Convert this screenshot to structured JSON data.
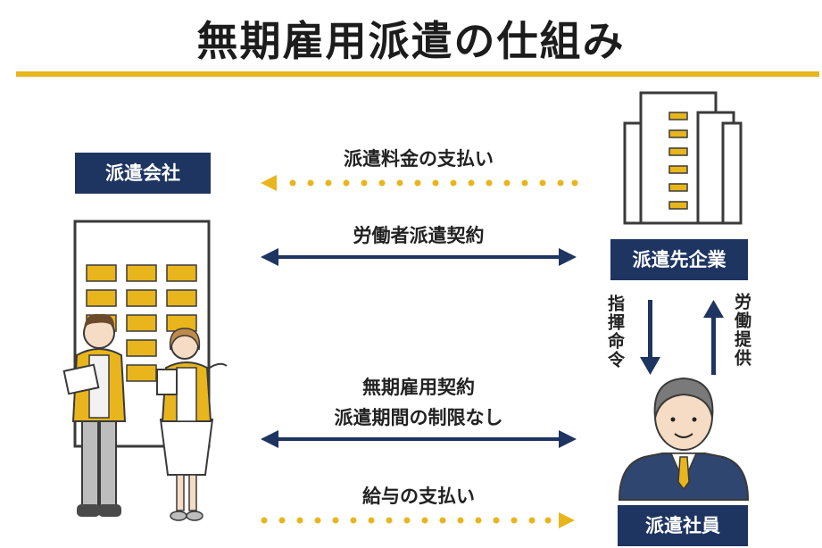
{
  "title": "無期雇用派遣の仕組み",
  "nodes": {
    "agency": "派遣会社",
    "client": "派遣先企業",
    "worker": "派遣社員"
  },
  "flows": {
    "dispatch_fee": "派遣料金の支払い",
    "dispatch_contract": "労働者派遣契約",
    "indefinite_contract_line1": "無期雇用契約",
    "indefinite_contract_line2": "派遣期間の制限なし",
    "salary": "給与の支払い",
    "instruction": "指揮命令",
    "labor": "労働提供"
  },
  "colors": {
    "navy": "#1e3461",
    "gold": "#e8b51c",
    "building_outline": "#3a3a3a"
  }
}
